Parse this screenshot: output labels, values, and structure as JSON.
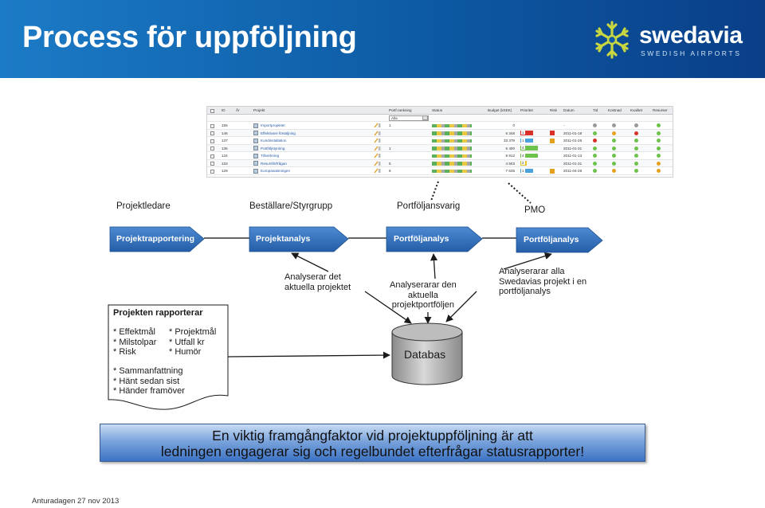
{
  "slide": {
    "title": "Process för uppföljning",
    "footer": "Anturadagen 27 nov 2013"
  },
  "logo": {
    "word": "swedavia",
    "sub": "SWEDISH AIRPORTS"
  },
  "screenshot": {
    "headers": [
      "ID",
      "År",
      "Projekt",
      "Portf.rankning",
      "Status",
      "Budget (kSEK)",
      "Prioritet",
      "Risk",
      "Datum",
      "Tid",
      "Kostnad",
      "Kvalitet",
      "Resurser"
    ],
    "filter_value": "Alla",
    "rows": [
      {
        "id": "155",
        "name": "Importprojektet",
        "rank": "1",
        "budget": "0",
        "prio": "",
        "date": "-"
      },
      {
        "id": "146",
        "name": "Effektivare försäljning",
        "rank": "",
        "budget": "6 348",
        "prio": "1",
        "date": "2011-01-18"
      },
      {
        "id": "137",
        "name": "Kundinstallation",
        "rank": "",
        "budget": "33 379",
        "prio": "1",
        "date": "2011-01-26"
      },
      {
        "id": "135",
        "name": "Portföljstyrning",
        "rank": "1",
        "budget": "5 400",
        "prio": "4",
        "date": "2011-01-31"
      },
      {
        "id": "134",
        "name": "Tillverkning",
        "rank": "",
        "budget": "8 912",
        "prio": "4",
        "date": "2011-01-13"
      },
      {
        "id": "133",
        "name": "Resursförfrågan",
        "rank": "5",
        "budget": "4 503",
        "prio": "2",
        "date": "2011-01-31"
      },
      {
        "id": "129",
        "name": "Europasatsningen",
        "rank": "6",
        "budget": "7 635",
        "prio": "1",
        "date": "2011-04-26"
      }
    ]
  },
  "roles": {
    "projektledare": "Projektledare",
    "bestallare": "Beställare/Styrgrupp",
    "portfoljansvarig": "Portföljansvarig",
    "pmo": "PMO"
  },
  "process": {
    "step1": "Projektrapportering",
    "step2": "Projektanalys",
    "step3": "Portföljanalys",
    "step4": "Portföljanalys"
  },
  "notes": {
    "projekt": "Analyserar det\naktuella projektet",
    "portfolj": "Analyserarar den\naktuella\nprojektportföljen",
    "alla": "Analyserarar alla\nSwedavias projekt i en\nportföljanalys"
  },
  "document": {
    "heading": "Projekten rapporterar",
    "left_items": [
      "* Effektmål",
      "* Milstolpar",
      "* Risk"
    ],
    "right_items": [
      "* Projektmål",
      "* Utfall kr",
      "* Humör"
    ],
    "bottom_items": [
      "* Sammanfattning",
      "* Hänt sedan sist",
      "* Händer framöver"
    ]
  },
  "database": "Databas",
  "banner": {
    "line1": "En viktig framgångfaktor vid projektuppföljning  är att",
    "line2": "ledningen  engagerar sig och regelbundet  efterfrågar statusrapporter!"
  },
  "colors": {
    "header_blue": "#0d5aa4",
    "process_blue": "#2f6fb8",
    "logo_yellow": "#c8d640"
  }
}
